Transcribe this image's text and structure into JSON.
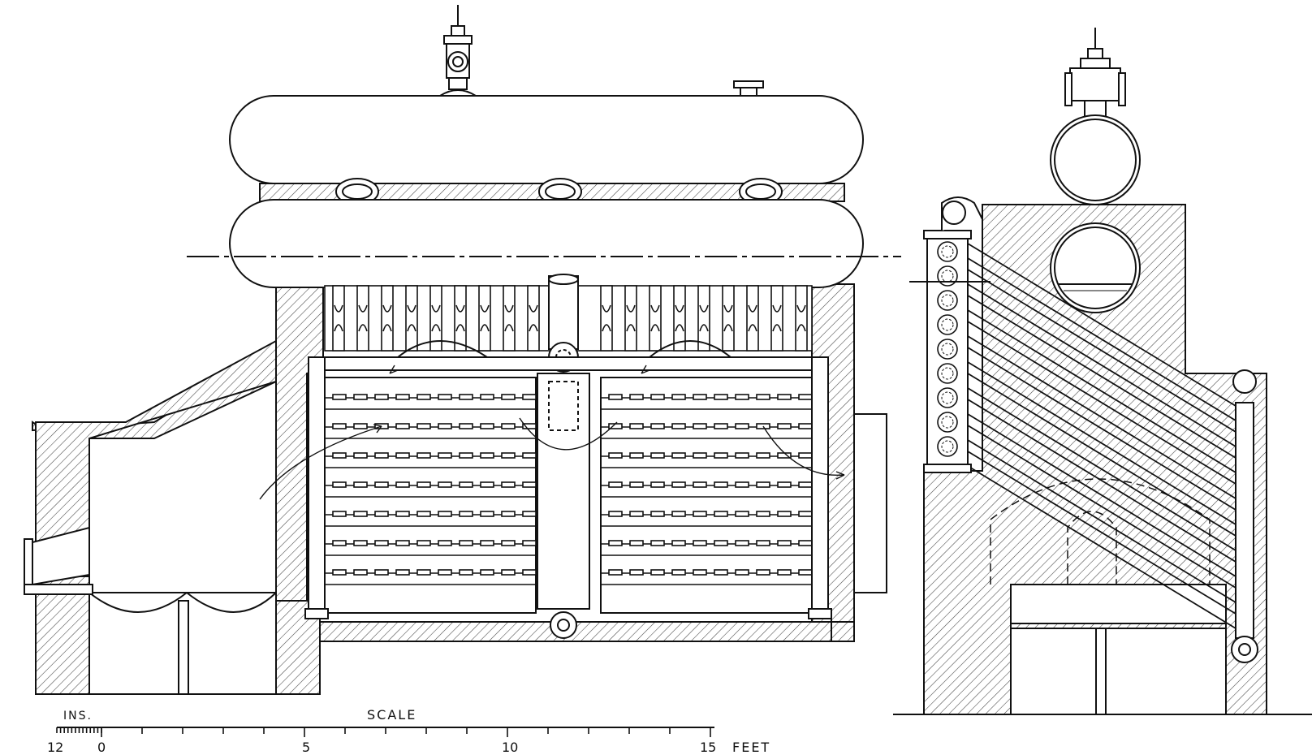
{
  "scale": {
    "title": "SCALE",
    "inches_label": "INS.",
    "feet_label": "FEET",
    "tick_labels": [
      "12",
      "0",
      "5",
      "10",
      "15"
    ]
  },
  "colors": {
    "ink": "#111111",
    "paper": "#ffffff",
    "hatch": "#444444"
  }
}
